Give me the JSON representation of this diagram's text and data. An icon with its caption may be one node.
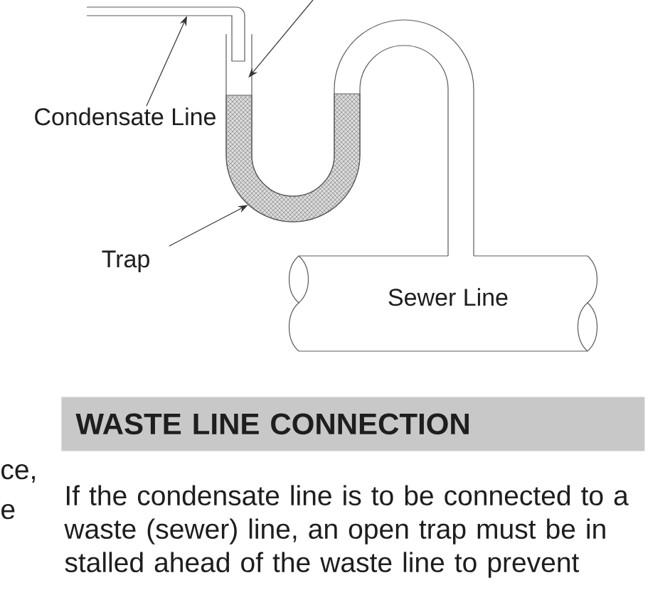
{
  "diagram": {
    "nodes": [
      {
        "text": [],
        "shape": "pipe"
      },
      {
        "text": [],
        "shape": "pipe"
      },
      {
        "text": [
          "Condensate Line"
        ]
      },
      {
        "text": [
          "Trap"
        ]
      },
      {
        "text": [
          "Sewer Line"
        ]
      },
      {
        "text": [
          "WASTE LINE CONNECTION"
        ]
      }
    ],
    "edges": [
      {
        "from": 2,
        "to": 0,
        "arrow": "to"
      },
      {
        "from": 3,
        "to": 1,
        "arrow": "to"
      },
      {
        "from": null,
        "to": 1,
        "arrow": "to"
      }
    ],
    "labels": [
      "ce,",
      "e",
      "If the condensate line is to be connected to a waste (sewer) line, an open trap must be in stalled ahead of the waste line to prevent"
    ]
  }
}
